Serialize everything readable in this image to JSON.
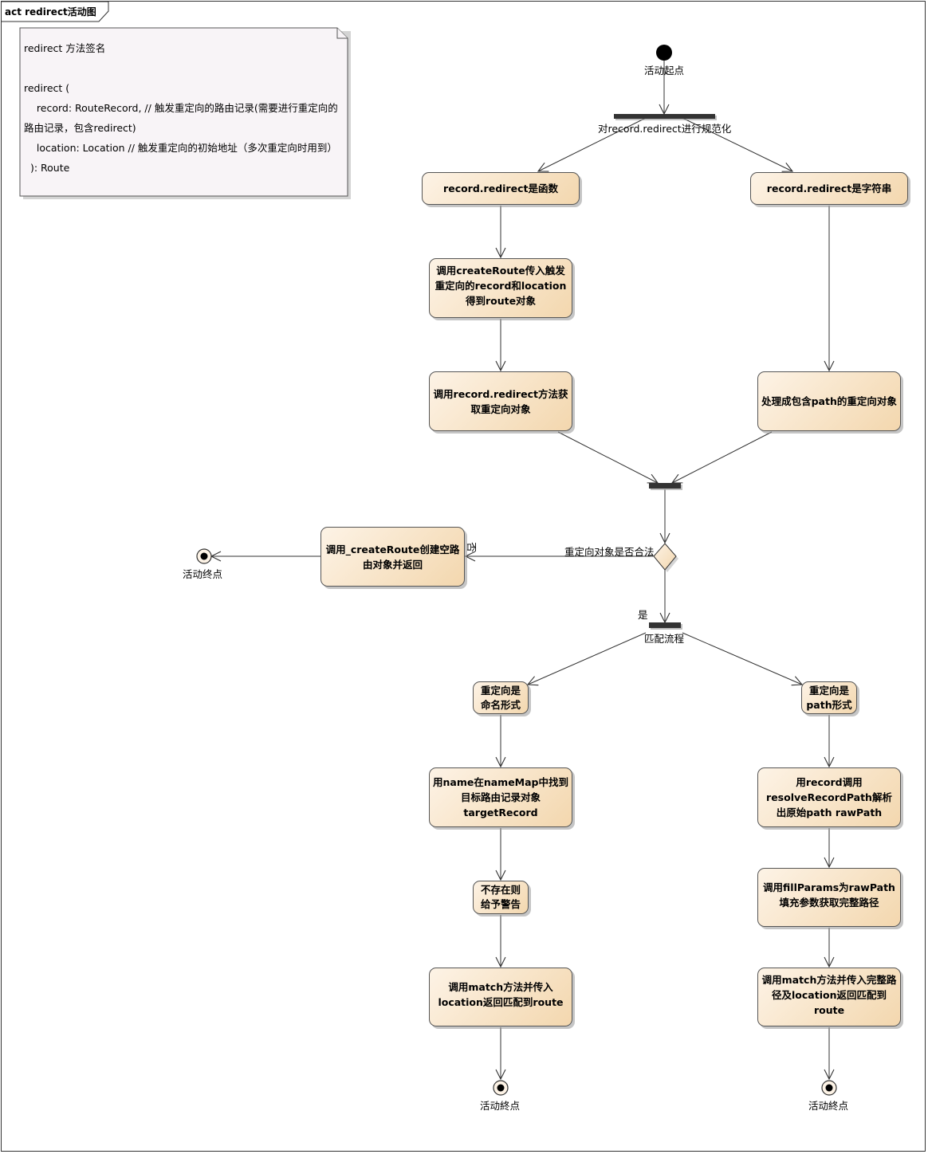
{
  "frame": {
    "title": "act redirect活动图"
  },
  "note": {
    "lines": [
      "redirect 方法签名",
      "",
      "redirect (",
      "    record: RouteRecord, // 触发重定向的路由记录(需要进行重定向的",
      "路由记录，包含redirect)",
      "    location: Location // 触发重定向的初始地址（多次重定向时用到）",
      "  ): Route"
    ]
  },
  "nodes": {
    "start_label": "活动起点",
    "fork1_label": "对record.redirect进行规范化",
    "is_function": "record.redirect是函数",
    "is_string": "record.redirect是字符串",
    "create_route": "调用createRoute传入触发重定向的record和location得到route对象",
    "call_redirect": "调用record.redirect方法获取重定向对象",
    "process_path": "处理成包含path的重定向对象",
    "decision_label": "重定向对象是否合法",
    "no_label": "否",
    "yes_label": "是",
    "create_empty": "调用_createRoute创建空路由对象并返回",
    "end_left_label": "活动终点",
    "fork2_label": "匹配流程",
    "named_form": "重定向是命名形式",
    "path_form": "重定向是path形式",
    "find_name": "用name在nameMap中找到目标路由记录对象targetRecord",
    "not_exist_warn": "不存在则给予警告",
    "match_named": "调用match方法并传入location返回匹配到route",
    "resolve_path": "用record调用resolveRecordPath解析出原始path rawPath",
    "fill_params": "调用fillParams为rawPath填充参数获取完整路径",
    "match_path": "调用match方法并传入完整路径及location返回匹配到route",
    "end_bottom_left_label": "活动終点",
    "end_bottom_right_label": "活动終点"
  },
  "colors": {
    "activity_fill_start": "#fdf3e6",
    "activity_fill_end": "#f3d7ae",
    "note_fill": "#f8f4f7",
    "line": "#333333"
  }
}
